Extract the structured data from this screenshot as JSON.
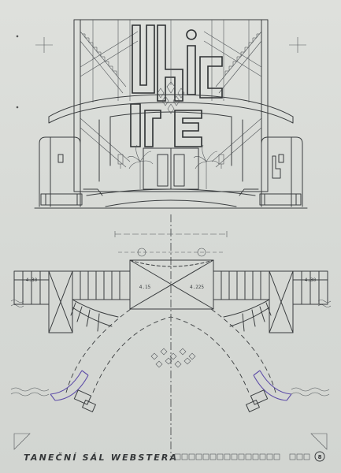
{
  "title": {
    "main": "TANEČNÍ SÁL  WEBSTERA",
    "sheet_number": "8"
  },
  "plan": {
    "dimensions": {
      "left_outer": "4.30",
      "left_inner": "4.15",
      "center": "4.225",
      "right_outer": "4.30"
    }
  },
  "colors": {
    "paper": "#dadcd8",
    "ink": "#3a3d3f",
    "accent": "#5f4ea8"
  }
}
